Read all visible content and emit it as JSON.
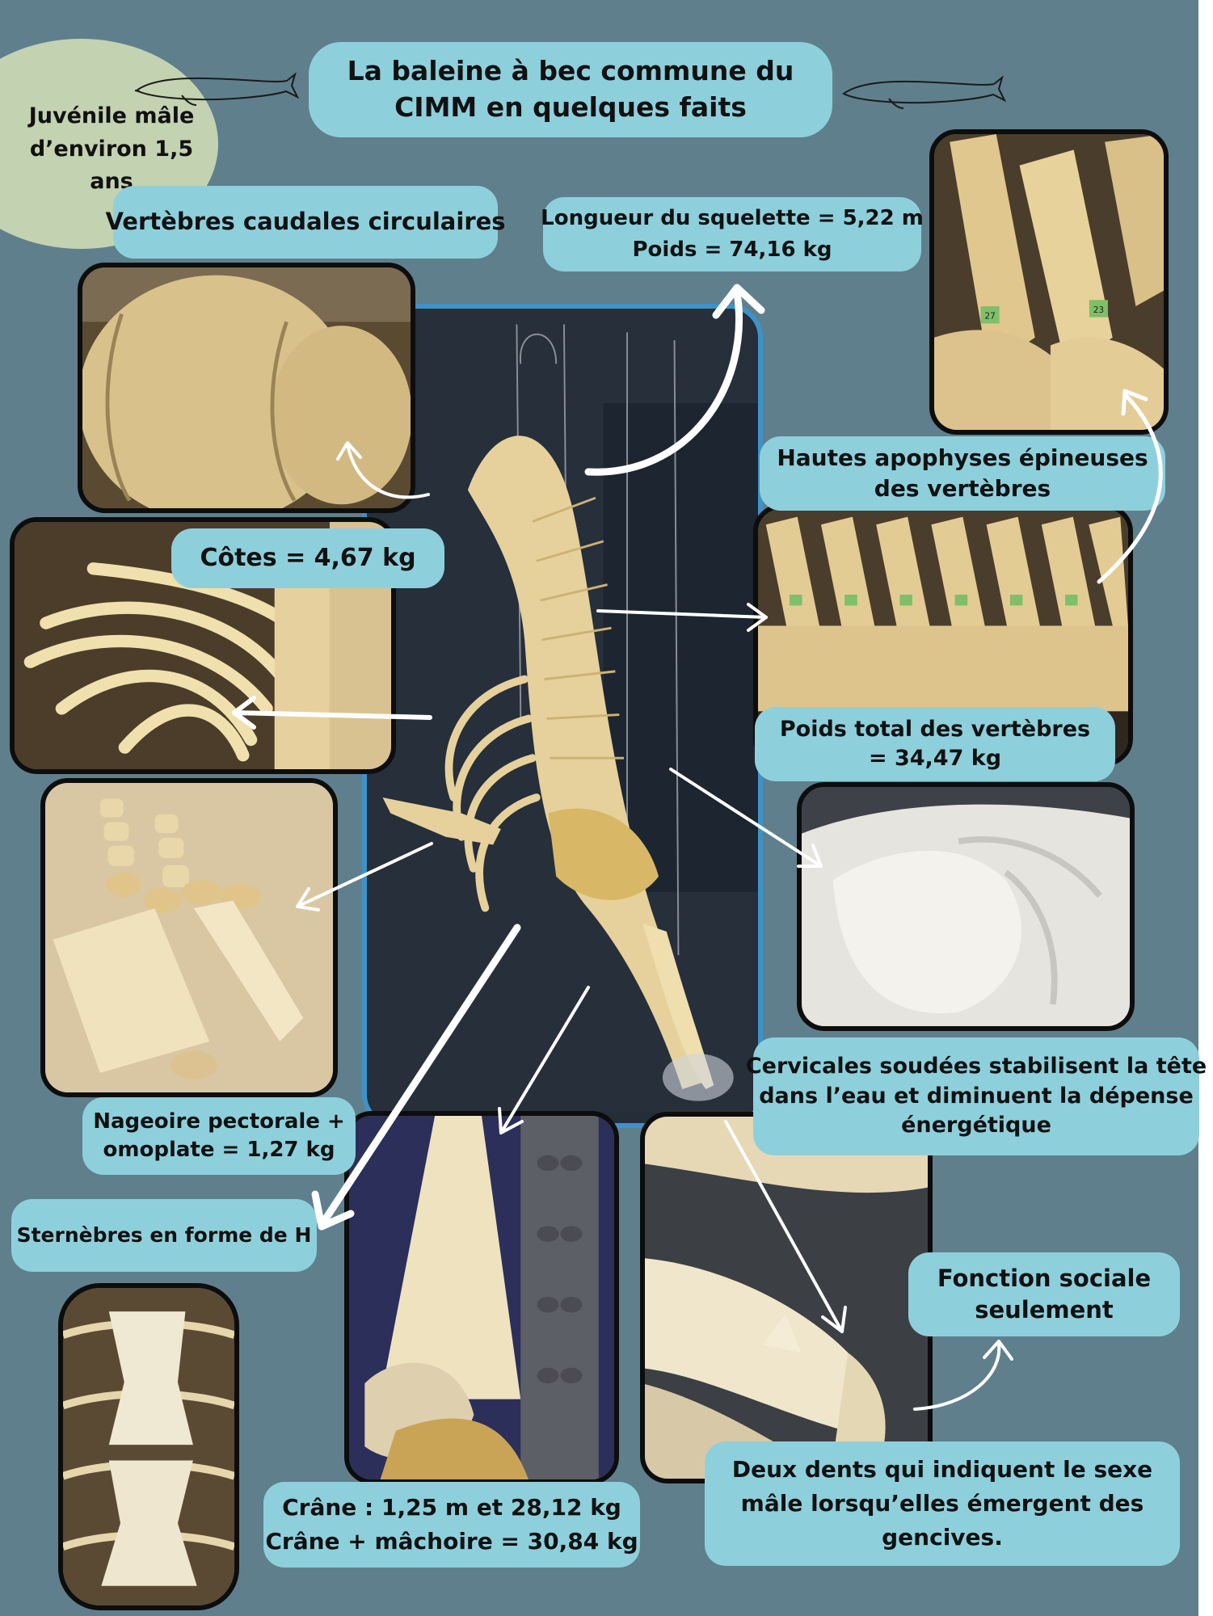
{
  "title": {
    "line1": "La baleine à bec commune du",
    "line2": "CIMM en quelques faits"
  },
  "juvenile": {
    "line1": "Juvénile  mâle",
    "line2": "d’environ 1,5 ans"
  },
  "labels": {
    "caudal": "Vertèbres caudales circulaires",
    "length_line1": "Longueur du squelette = 5,22 m",
    "length_line2": "Poids = 74,16 kg",
    "spines_line1": "Hautes apophyses épineuses",
    "spines_line2": "des vertèbres",
    "ribs": "Côtes = 4,67 kg",
    "vertebrae_line1": "Poids total des vertèbres",
    "vertebrae_line2": "= 34,47 kg",
    "cervical_line1": "Cervicales soudées stabilisent la tête",
    "cervical_line2": "dans l’eau et diminuent la dépense",
    "cervical_line3": "énergétique",
    "pectoral_line1": "Nageoire pectorale +",
    "pectoral_line2": "omoplate = 1,27 kg",
    "sternebrae": "Sternèbres en forme de H",
    "social_line1": "Fonction sociale",
    "social_line2": "seulement",
    "skull_line1": "Crâne : 1,25 m et 28,12 kg",
    "skull_line2": "Crâne + mâchoire = 30,84 kg",
    "teeth_line1": "Deux dents qui indiquent le sexe",
    "teeth_line2": "mâle lorsqu’elles émergent des",
    "teeth_line3": "gencives."
  },
  "vertebra_tags": [
    "27",
    "23"
  ],
  "colors": {
    "background": "#5f7f8c",
    "label": "#8dd0dc",
    "juvenile_circle": "#c3d2b0",
    "skeleton_frame": "#3d93c9",
    "bone": "#e9d6a4"
  }
}
